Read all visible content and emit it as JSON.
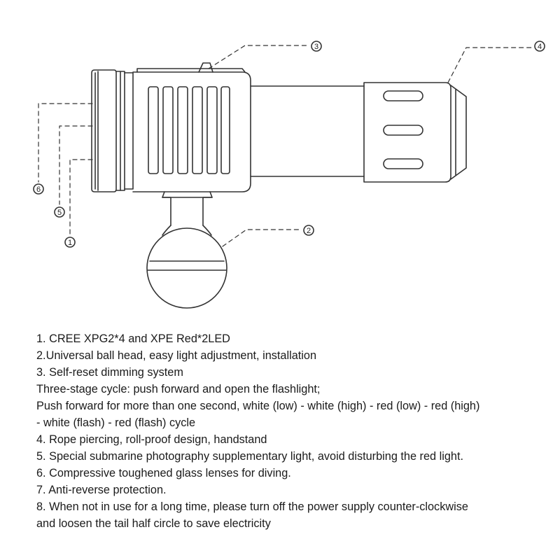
{
  "diagram": {
    "callouts": [
      "1",
      "2",
      "3",
      "4",
      "5",
      "6"
    ],
    "colors": {
      "line": "#333333",
      "background": "#ffffff",
      "text": "#1b1b1b"
    }
  },
  "specs": [
    "1. CREE XPG2*4 and XPE Red*2LED",
    "2.Universal ball head, easy light adjustment, installation",
    "3. Self-reset dimming system",
    "Three-stage cycle: push forward and open the flashlight;",
    "Push forward for more than one second, white (low) - white (high) - red (low) - red (high)",
    "- white (flash) - red (flash) cycle",
    "4. Rope piercing, roll-proof design, handstand",
    "5. Special submarine photography supplementary light, avoid disturbing the red light.",
    "6. Compressive toughened glass lenses for diving.",
    "7. Anti-reverse protection.",
    "8. When not in use for a long time, please turn off the power supply counter-clockwise",
    "and loosen the tail half circle to save electricity"
  ]
}
